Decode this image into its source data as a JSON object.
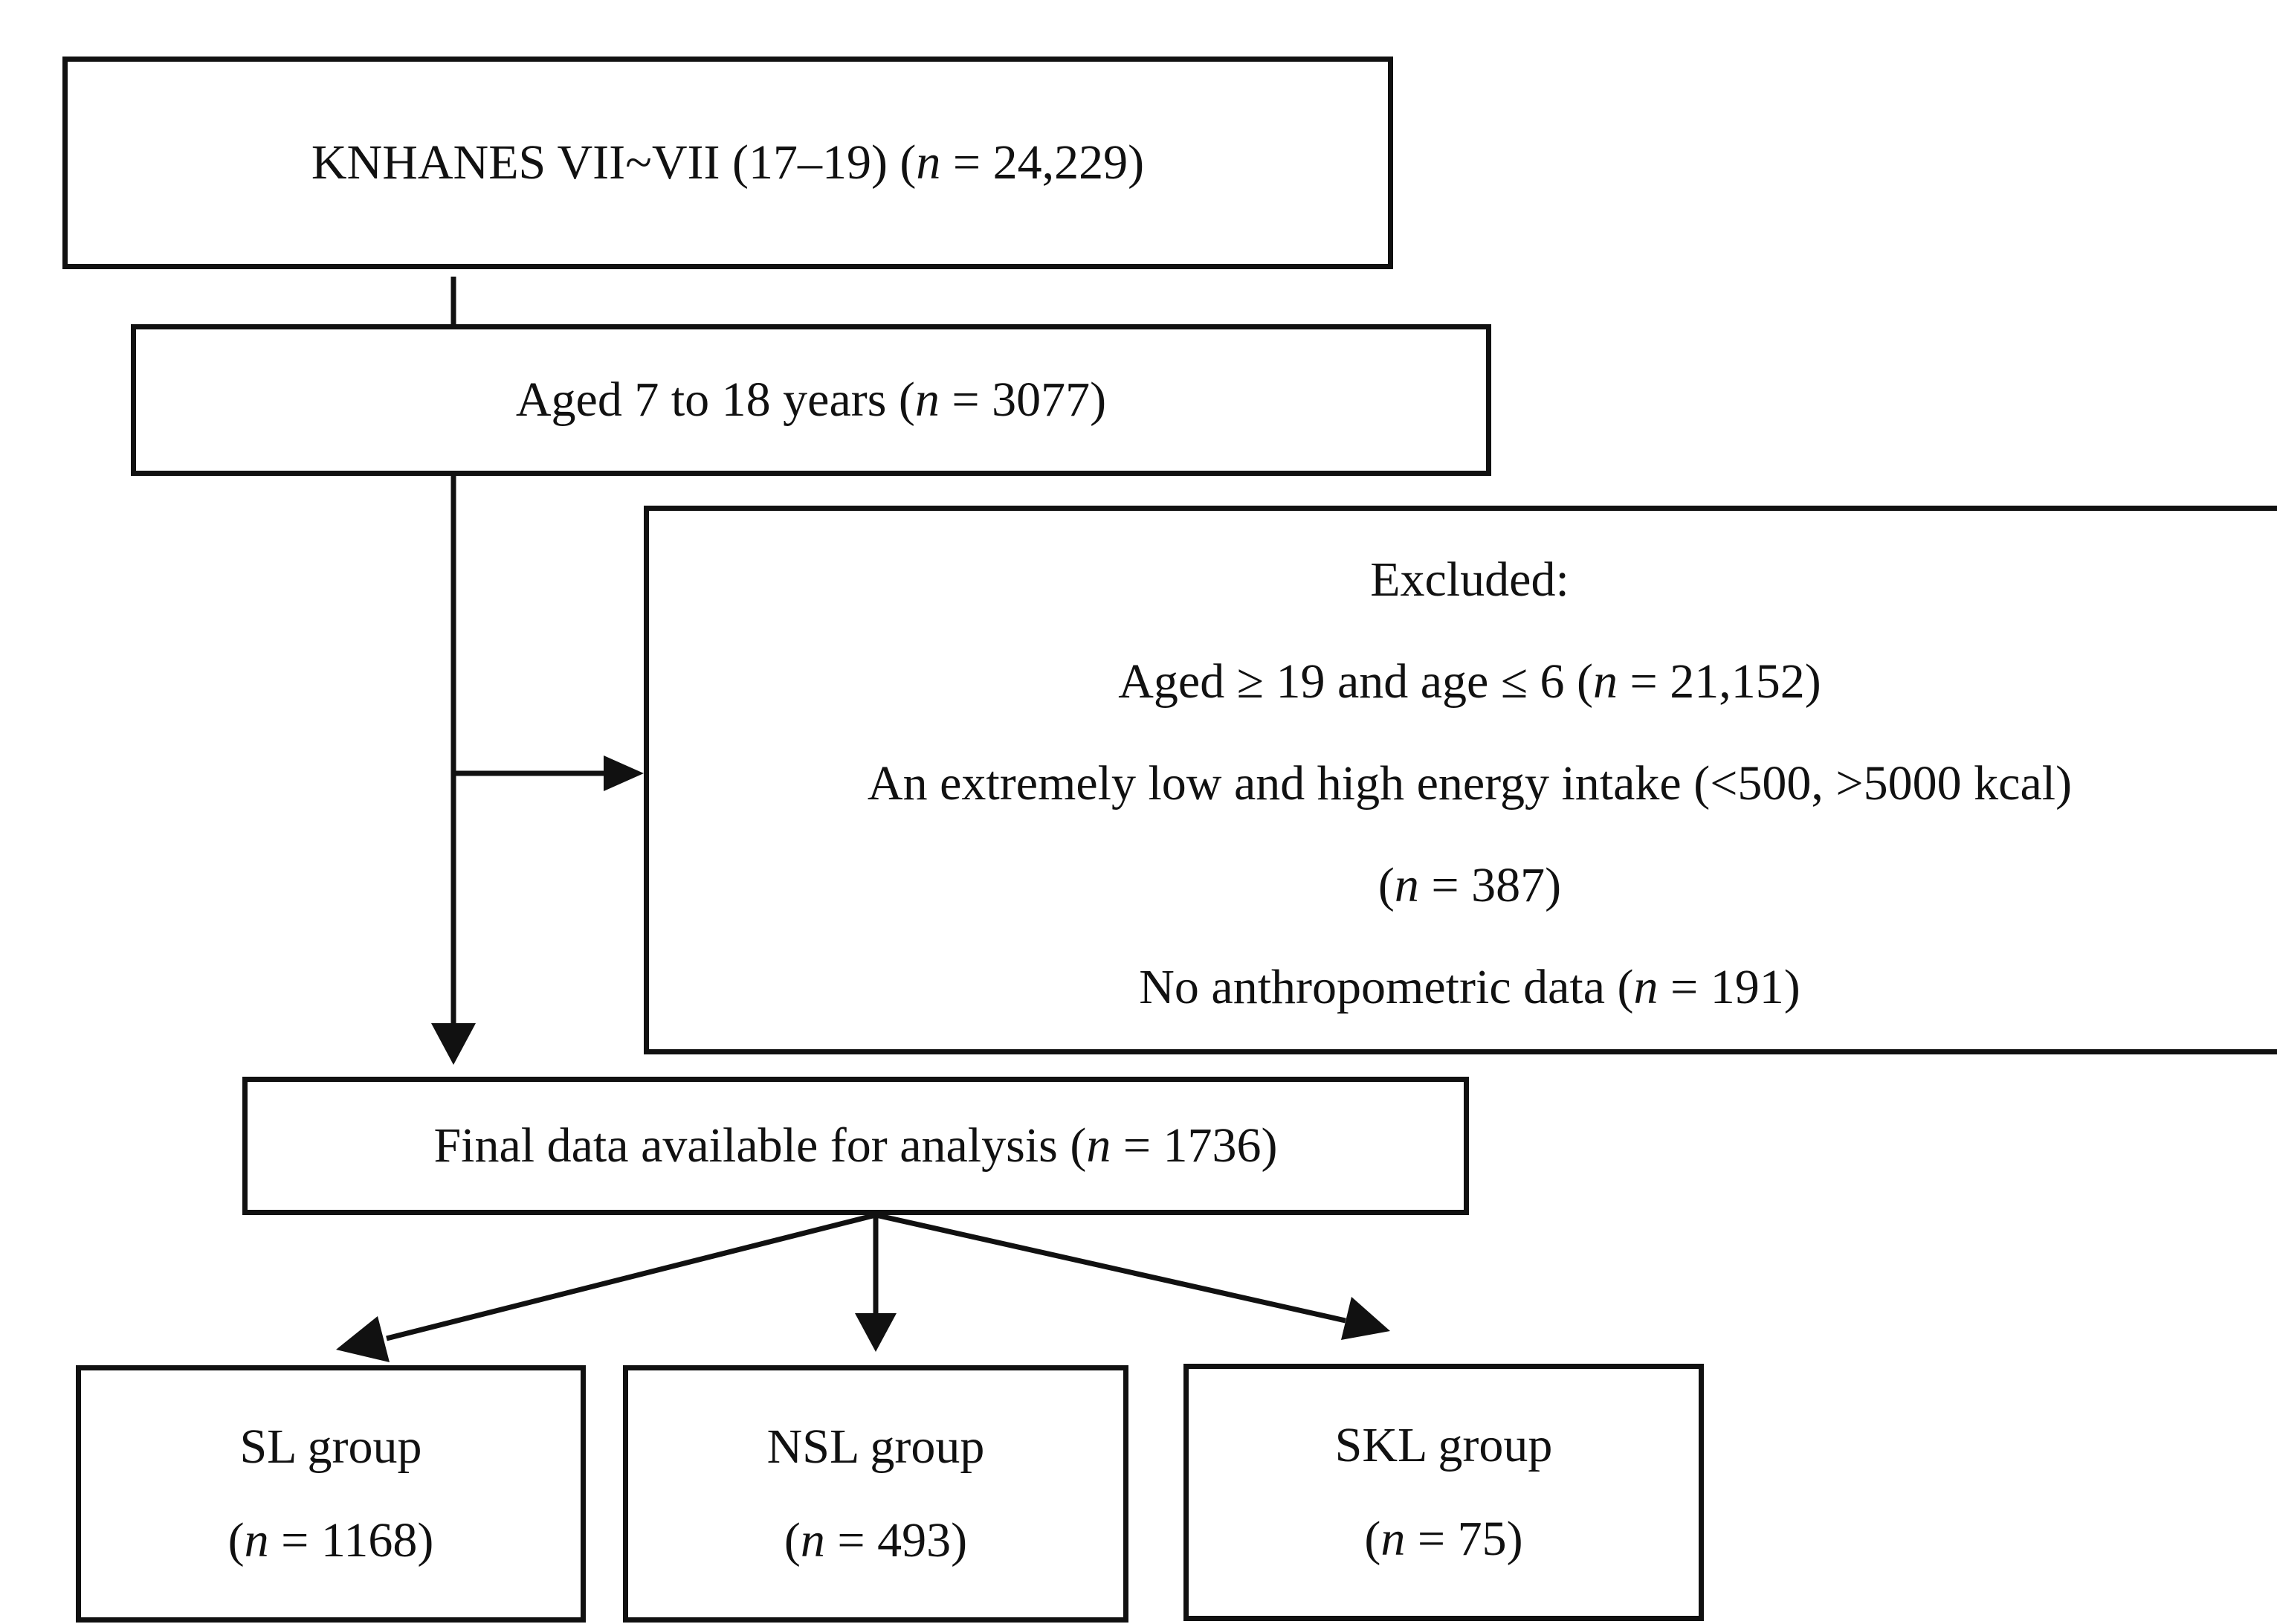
{
  "diagram": {
    "survey_box": {
      "label": "KNHANES VII~VII (17–19) (",
      "n_symbol": "n",
      "count": " = 24,229)"
    },
    "age_box": {
      "label": "Aged 7 to 18 years (",
      "n_symbol": "n",
      "count": " = 3077)"
    },
    "excluded_box": {
      "heading": "Excluded:",
      "age_label": "Aged ≥ 19 and age ≤ 6 (",
      "age_n": "n",
      "age_count": " = 21,152)",
      "energy_label": "An extremely low and high energy intake (<500, >5000 kcal)",
      "energy_prefix": "(",
      "energy_n": "n",
      "energy_count": " = 387)",
      "anthro_label": "No anthropometric data (",
      "anthro_n": "n",
      "anthro_count": " = 191)"
    },
    "final_box": {
      "label": "Final data available for analysis (",
      "n_symbol": "n",
      "count": " = 1736)"
    },
    "groups": [
      {
        "label": "SL group",
        "prefix": "(",
        "n_symbol": "n",
        "count": " = 1168)"
      },
      {
        "label": "NSL group",
        "prefix": "(",
        "n_symbol": "n",
        "count": " = 493)"
      },
      {
        "label": "SKL group",
        "prefix": "(",
        "n_symbol": "n",
        "count": " = 75)"
      }
    ]
  }
}
